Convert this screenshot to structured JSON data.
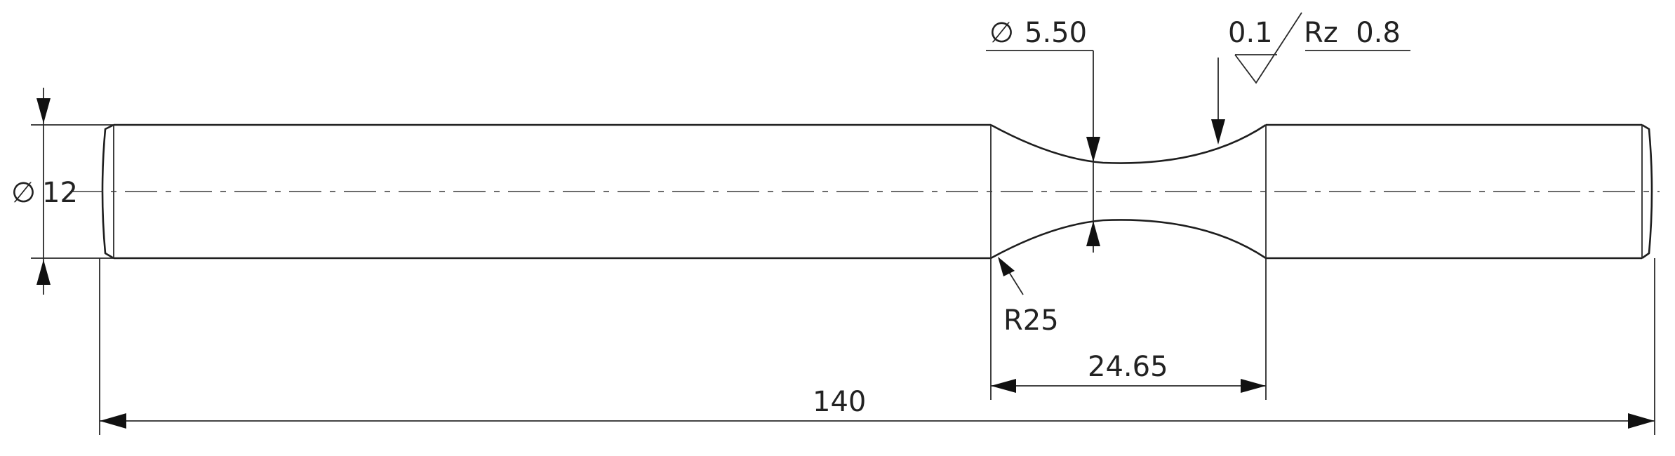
{
  "drawing": {
    "diameter_symbol": "∅",
    "dimensions": {
      "shaft_diameter": "12",
      "neck_diameter": "5.50",
      "fillet_radius": "R25",
      "neck_length": "24.65",
      "overall_length": "140"
    },
    "surface_finish": {
      "sampling_length": "0.1",
      "roughness": "Rz  0.8"
    }
  }
}
